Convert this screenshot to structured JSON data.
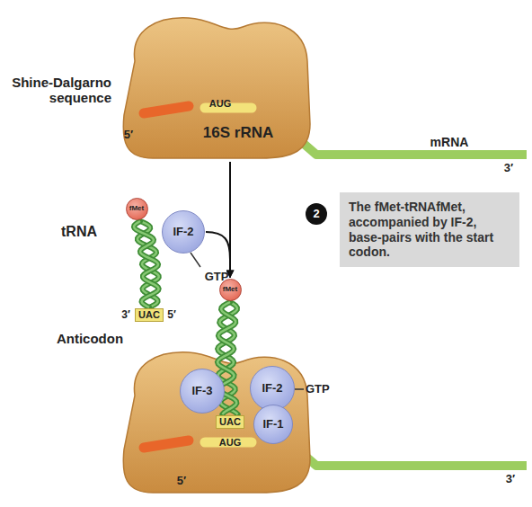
{
  "diagram": {
    "nodes": [
      {
        "text": [
          "IF-3"
        ]
      },
      {
        "text": [
          "IF-1"
        ]
      },
      {
        "text": [
          "16S rRNA"
        ]
      },
      {
        "text": [
          "fMet"
        ]
      },
      {
        "text": [
          "IF-2"
        ]
      },
      {
        "text": [
          "UAC"
        ]
      },
      {
        "text": [
          "2"
        ]
      },
      {
        "text": [
          "The fMet-tRNAfMet, accompanied by IF-2, base-pairs with the start codon."
        ]
      },
      {
        "text": [
          "fMet"
        ]
      },
      {
        "text": [
          "IF-3"
        ]
      },
      {
        "text": [
          "IF-2"
        ]
      },
      {
        "text": [
          "UAC"
        ]
      },
      {
        "text": [
          "IF-1"
        ]
      }
    ],
    "edges": [
      {
        "from": 2,
        "to": 8,
        "arrow": "to"
      },
      {
        "from": 4,
        "to": 8,
        "arrow": "to"
      }
    ],
    "labels": [
      "Shine-Dalgarno sequence",
      "AUG",
      "5′",
      "mRNA",
      "3′",
      "GTP",
      "tRNA",
      "3′",
      "5′",
      "Anticodon",
      "GTP",
      "AUG",
      "5′",
      "3′"
    ]
  }
}
